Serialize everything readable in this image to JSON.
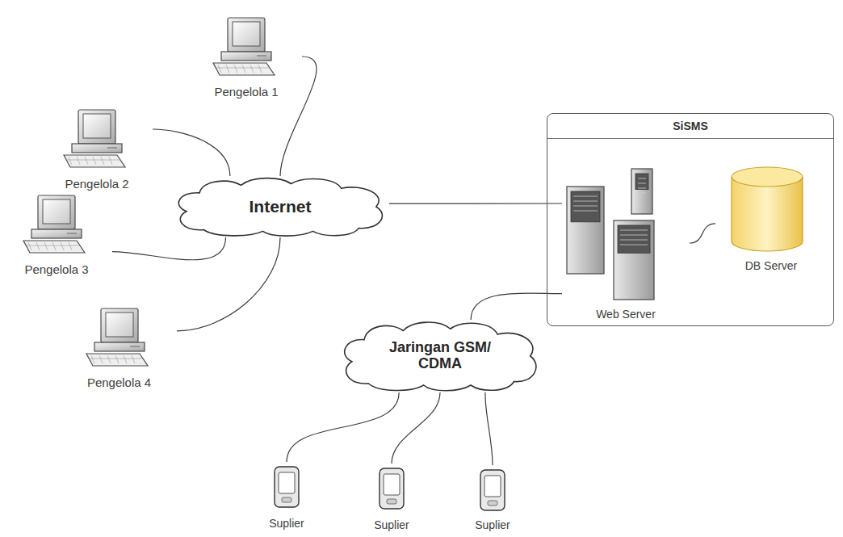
{
  "diagram": {
    "nodes": [
      {
        "text": [
          "Pengelola 1"
        ]
      },
      {
        "text": [
          "Pengelola 2"
        ]
      },
      {
        "text": [
          "Internet"
        ]
      },
      {
        "text": [
          "Pengelola 3"
        ]
      },
      {
        "text": [
          "Pengelola 4"
        ]
      },
      {
        "text": [
          "SiSMS"
        ]
      },
      {
        "text": [
          "Web Server"
        ],
        "in": 5
      },
      {
        "text": [
          "DB Server"
        ],
        "in": 5
      },
      {
        "text": [
          "Jaringan GSM/ CDMA"
        ]
      },
      {
        "text": [
          "Suplier"
        ]
      },
      {
        "text": [
          "Suplier"
        ]
      },
      {
        "text": [
          "Suplier"
        ]
      }
    ],
    "edges": [
      {
        "from": 0,
        "to": 2,
        "arrow": "none"
      },
      {
        "from": 1,
        "to": 2,
        "arrow": "none"
      },
      {
        "from": 2,
        "to": 6,
        "arrow": "none"
      },
      {
        "from": 3,
        "to": 2,
        "arrow": "none"
      },
      {
        "from": 4,
        "to": 2,
        "arrow": "none"
      },
      {
        "from": 6,
        "to": 7,
        "arrow": "none"
      },
      {
        "from": 8,
        "to": 6,
        "arrow": "none"
      },
      {
        "from": 9,
        "to": 8,
        "arrow": "none"
      },
      {
        "from": 10,
        "to": 8,
        "arrow": "none"
      },
      {
        "from": 11,
        "to": 8,
        "arrow": "none"
      }
    ]
  }
}
